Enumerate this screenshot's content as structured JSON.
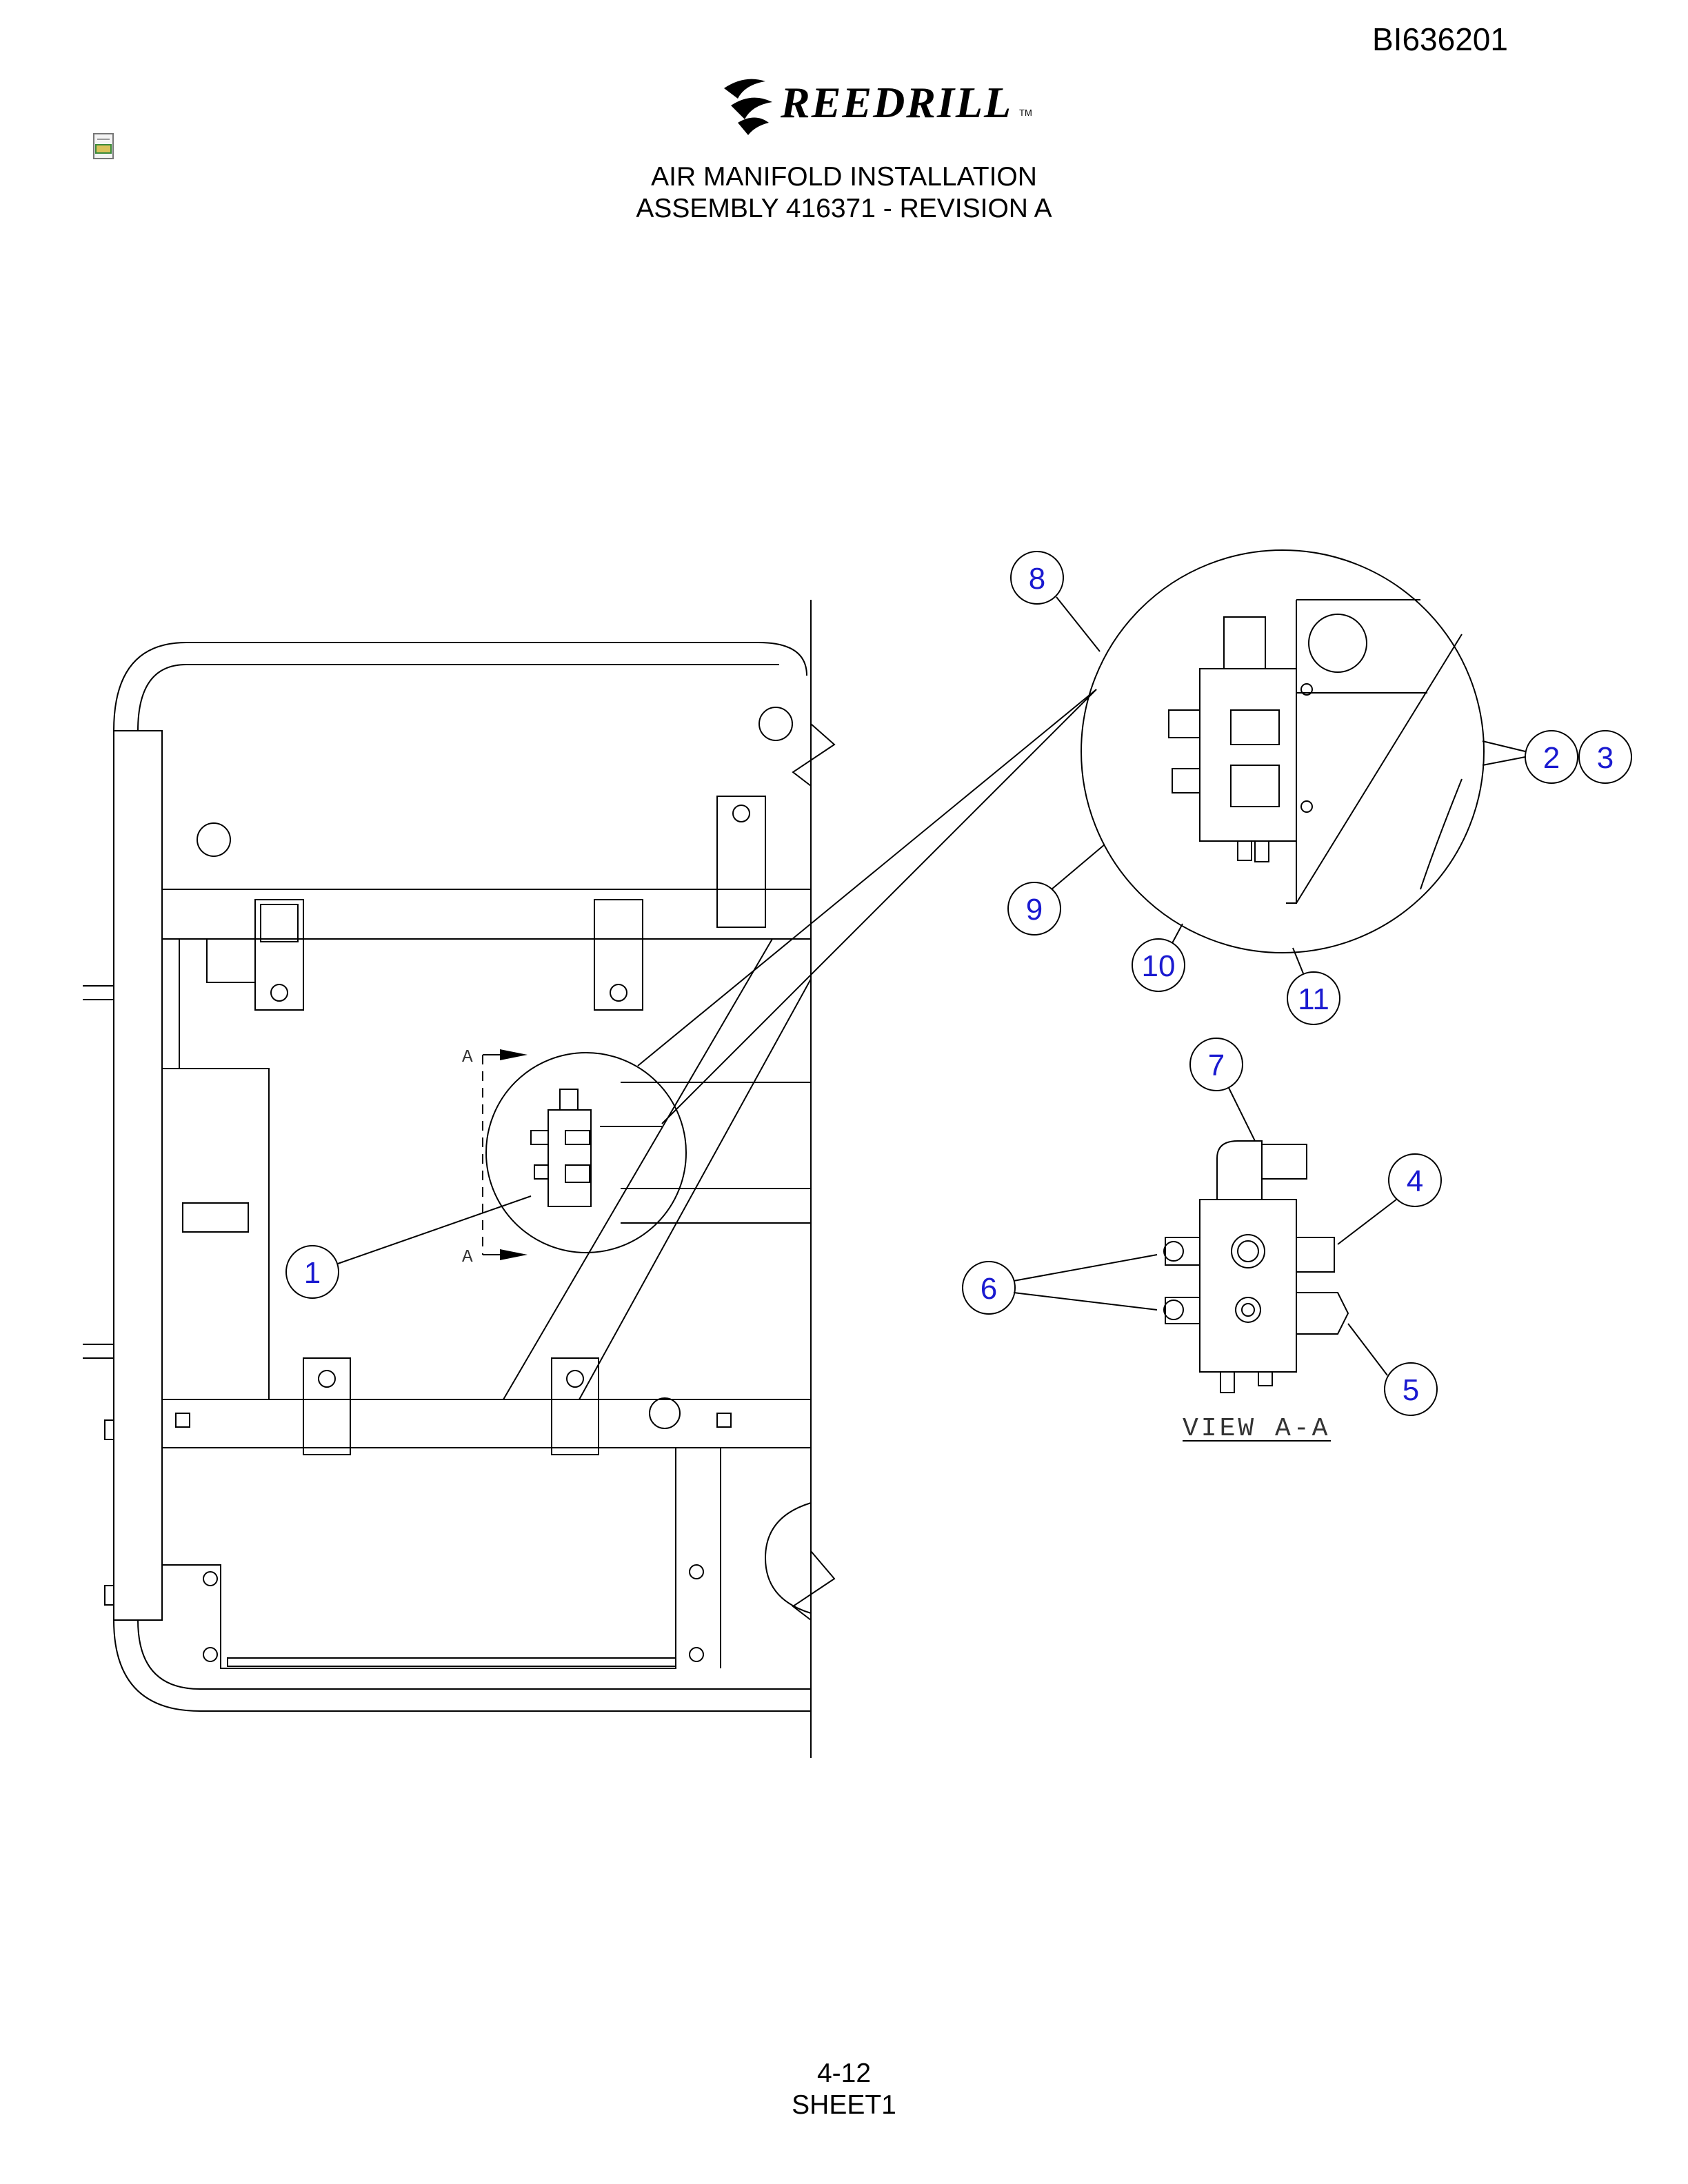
{
  "header": {
    "doc_number": "BI636201",
    "brand": "REEDRILL",
    "trademark": "TM",
    "title_line1": "AIR MANIFOLD INSTALLATION",
    "title_line2": "ASSEMBLY 416371 - REVISION A"
  },
  "drawing": {
    "section_marker": "A",
    "view_label": "VIEW A-A",
    "callouts": [
      "1",
      "2",
      "3",
      "4",
      "5",
      "6",
      "7",
      "8",
      "9",
      "10",
      "11"
    ]
  },
  "footer": {
    "page": "4-12",
    "sheet": "SHEET1"
  }
}
